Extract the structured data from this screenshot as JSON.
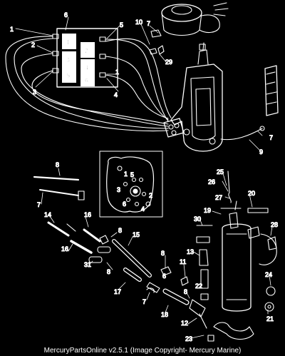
{
  "caption": "MercuryPartsOnline v2.5.1 (Image Copyright- Mercury Marine)",
  "callouts": [
    "1",
    "2",
    "3",
    "4",
    "5",
    "6",
    "7",
    "8",
    "9",
    "10",
    "11",
    "12",
    "13",
    "14",
    "15",
    "16",
    "17",
    "18",
    "19",
    "20",
    "21",
    "22",
    "23",
    "24",
    "25",
    "26",
    "27",
    "28",
    "29",
    "30",
    "31"
  ],
  "cylinder_block_numbers": [
    "1",
    "2",
    "3",
    "4",
    "5",
    "6"
  ],
  "inset_numbers": [
    "1",
    "2",
    "3",
    "4",
    "5",
    "6"
  ]
}
